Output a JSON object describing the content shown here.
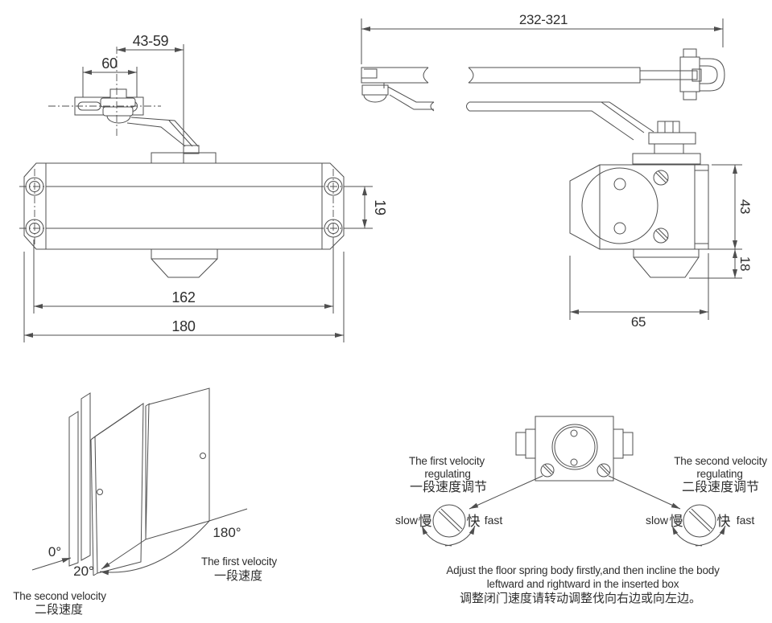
{
  "front_view": {
    "dim_arm_range": "43-59",
    "dim_bracket": "60",
    "dim_hole_gap": "19",
    "dim_hole_span": "162",
    "dim_length": "180"
  },
  "side_view": {
    "dim_arm_reach": "232-321",
    "dim_body_height": "43",
    "dim_spindle": "18",
    "dim_depth": "65"
  },
  "door_view": {
    "angle_0": "0°",
    "angle_20": "20°",
    "angle_180": "180°",
    "first_velocity_en": "The first velocity",
    "first_velocity_zh": "一段速度",
    "second_velocity_en": "The second velocity",
    "second_velocity_zh": "二段速度"
  },
  "adjust_view": {
    "first_reg_line1": "The first velocity",
    "first_reg_line2": "regulating",
    "first_reg_zh": "一段速度调节",
    "second_reg_line1": "The second velocity",
    "second_reg_line2": "regulating",
    "second_reg_zh": "二段速度调节",
    "slow": "slow",
    "slow_zh": "慢",
    "fast_zh": "快",
    "fast": "fast"
  },
  "caption": {
    "line1": "Adjust the floor spring body firstly,and then incline the body",
    "line2": "leftward and rightward in the inserted box",
    "line3": "调整闭门速度请转动调整伐向右边或向左边。"
  }
}
